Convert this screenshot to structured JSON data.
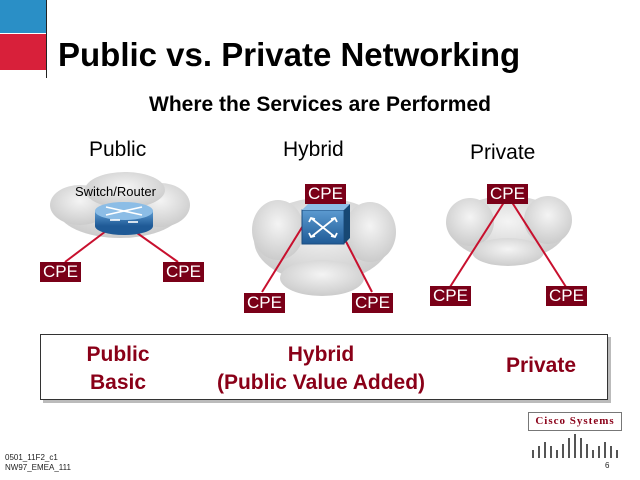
{
  "slide": {
    "title": "Public vs. Private Networking",
    "subtitle": "Where the Services are Performed"
  },
  "columns": {
    "public": "Public",
    "hybrid": "Hybrid",
    "private": "Private"
  },
  "diagram": {
    "switch_router_label": "Switch/Router",
    "cpe_label": "CPE"
  },
  "boxes": {
    "public_line1": "Public",
    "public_line2": "Basic",
    "hybrid_line1": "Hybrid",
    "hybrid_line2": "(Public Value Added)",
    "private_line1": "Private"
  },
  "footer": {
    "code_line1": "0501_11F2_c1",
    "code_line2": "NW97_EMEA_111",
    "page_number": "6",
    "company": "Cisco Systems"
  },
  "colors": {
    "cpe_badge": "#7a0018",
    "link_line": "#c8102e",
    "cloud": "#d8d8d8",
    "box_text": "#8a0018",
    "accent_blue": "#2a8fc6",
    "accent_red": "#d8203a"
  }
}
